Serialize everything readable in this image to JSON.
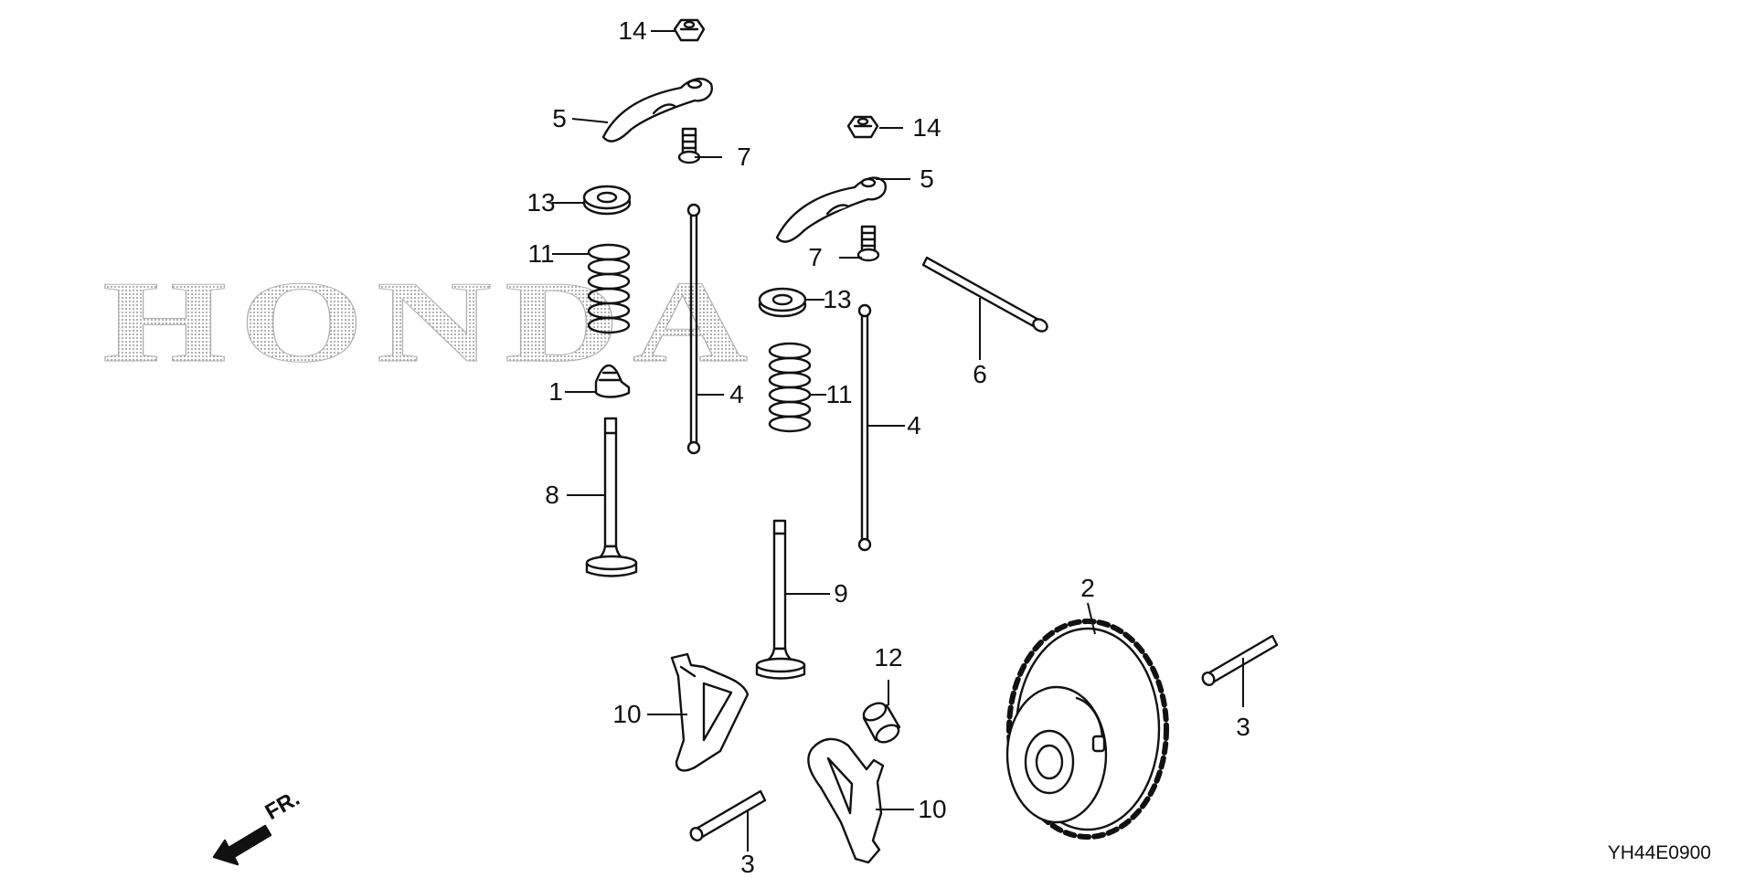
{
  "watermark": {
    "text": "HONDA"
  },
  "diagram_code": "YH44E0900",
  "direction_label": "FR.",
  "callouts": {
    "c14a": "14",
    "c5a": "5",
    "c7a": "7",
    "c13a": "13",
    "c11a": "11",
    "c1": "1",
    "c4a": "4",
    "c8": "8",
    "c14b": "14",
    "c5b": "5",
    "c7b": "7",
    "c13b": "13",
    "c11b": "11",
    "c4b": "4",
    "c6": "6",
    "c9": "9",
    "c2": "2",
    "c12": "12",
    "c10a": "10",
    "c10b": "10",
    "c3a": "3",
    "c3b": "3"
  },
  "colors": {
    "line": "#111111",
    "watermark": "#bdbdbd"
  }
}
